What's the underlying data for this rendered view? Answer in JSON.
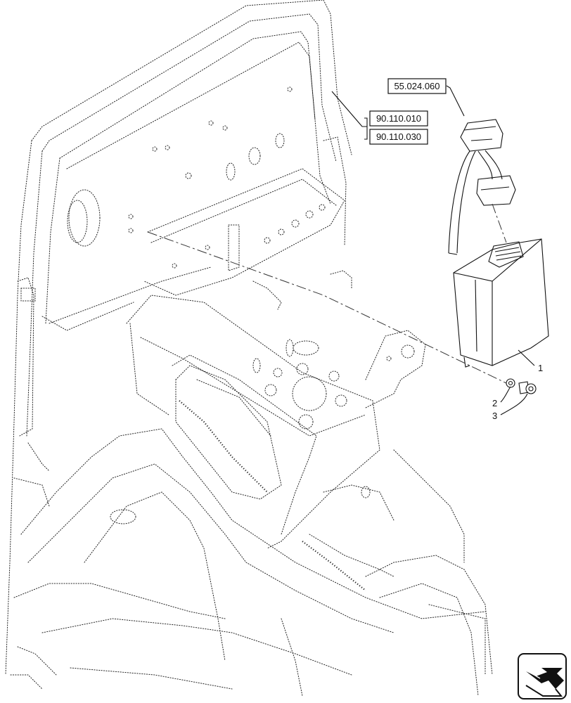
{
  "references": [
    {
      "code": "55.024.060"
    },
    {
      "code": "90.110.010"
    },
    {
      "code": "90.110.030"
    }
  ],
  "callouts": [
    {
      "number": "1"
    },
    {
      "number": "2"
    },
    {
      "number": "3"
    }
  ],
  "nav_icon": "next-page-arrow-icon"
}
